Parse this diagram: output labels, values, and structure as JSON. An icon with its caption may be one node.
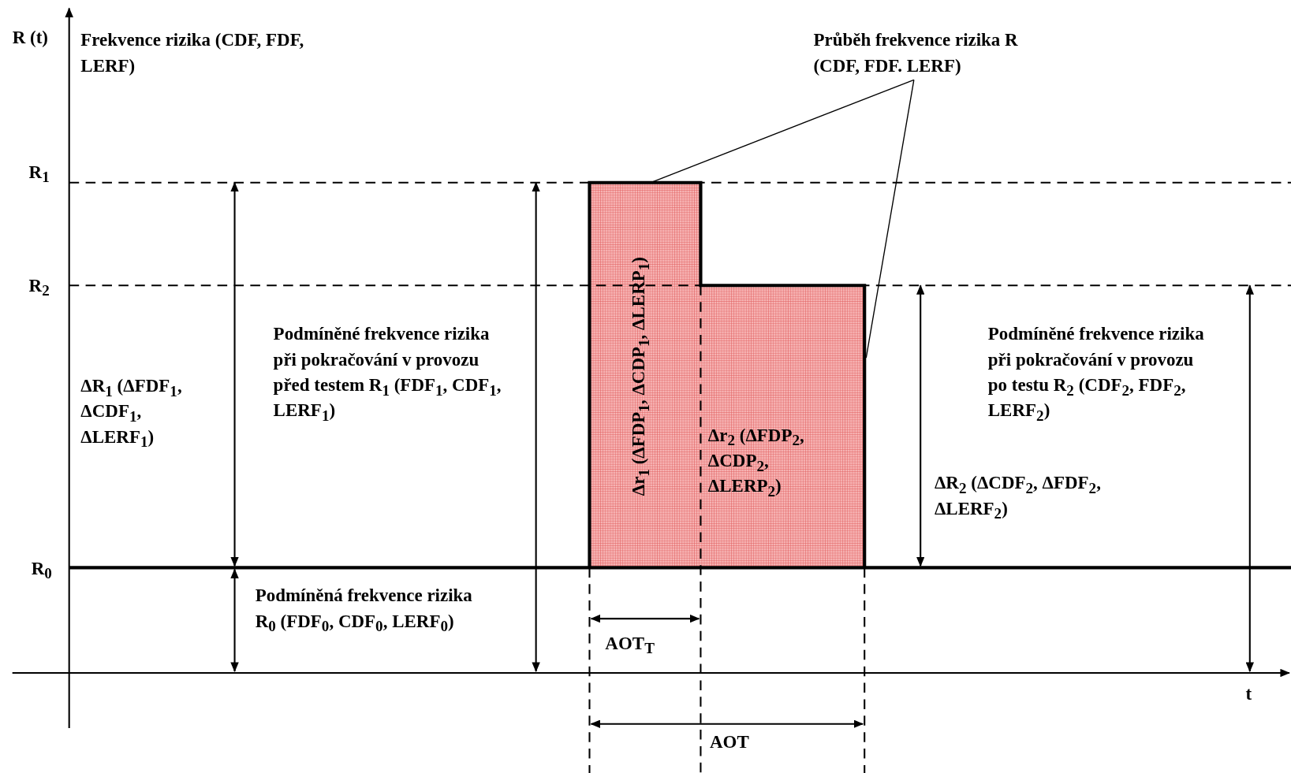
{
  "diagram": {
    "nodes": [
      {
        "text": [
          "Průběh frekvence rizika R (CDF, FDF. LERF)"
        ]
      },
      {
        "text": [],
        "shape": "box"
      }
    ],
    "edges": [
      {
        "from": 0,
        "to": 1,
        "arrow": "none"
      },
      {
        "from": 0,
        "to": 1,
        "arrow": "none"
      }
    ],
    "labels": [
      "R (t)",
      "Frekvence rizika (CDF, FDF, LERF)",
      "R$_{1}$",
      "R$_{2}$",
      "Podmíněné frekvence rizika při pokračování v provozu před testem R$_{1}$ (FDF$_{1}$, CDF$_{1}$, LERF$_{1}$)",
      "ΔR$_{1}$ (ΔFDF$_{1}$, ΔCDF$_{1}$, ΔLERF$_{1}$)",
      "Δr$_{1}$ (ΔFDP$_{1}$, ΔCDP$_{1}$, ΔLERP$_{1}$)",
      "Δr$_{2}$ (ΔFDP$_{2}$, ΔCDP$_{2}$, ΔLERP$_{2}$)",
      "Podmíněné frekvence rizika při pokračování v provozu po testu R$_{2}$ (CDF$_{2}$, FDF$_{2}$, LERF$_{2}$)",
      "ΔR$_{2}$ (ΔCDF$_{2}$, ΔFDF$_{2}$, ΔLERF$_{2}$)",
      "R$_{0}$",
      "Podmíněná frekvence rizika R$_{0}$ (FDF$_{0}$, CDF$_{0}$, LERF$_{0}$)",
      "AOT$_{T}$",
      "t",
      "AOT"
    ]
  }
}
